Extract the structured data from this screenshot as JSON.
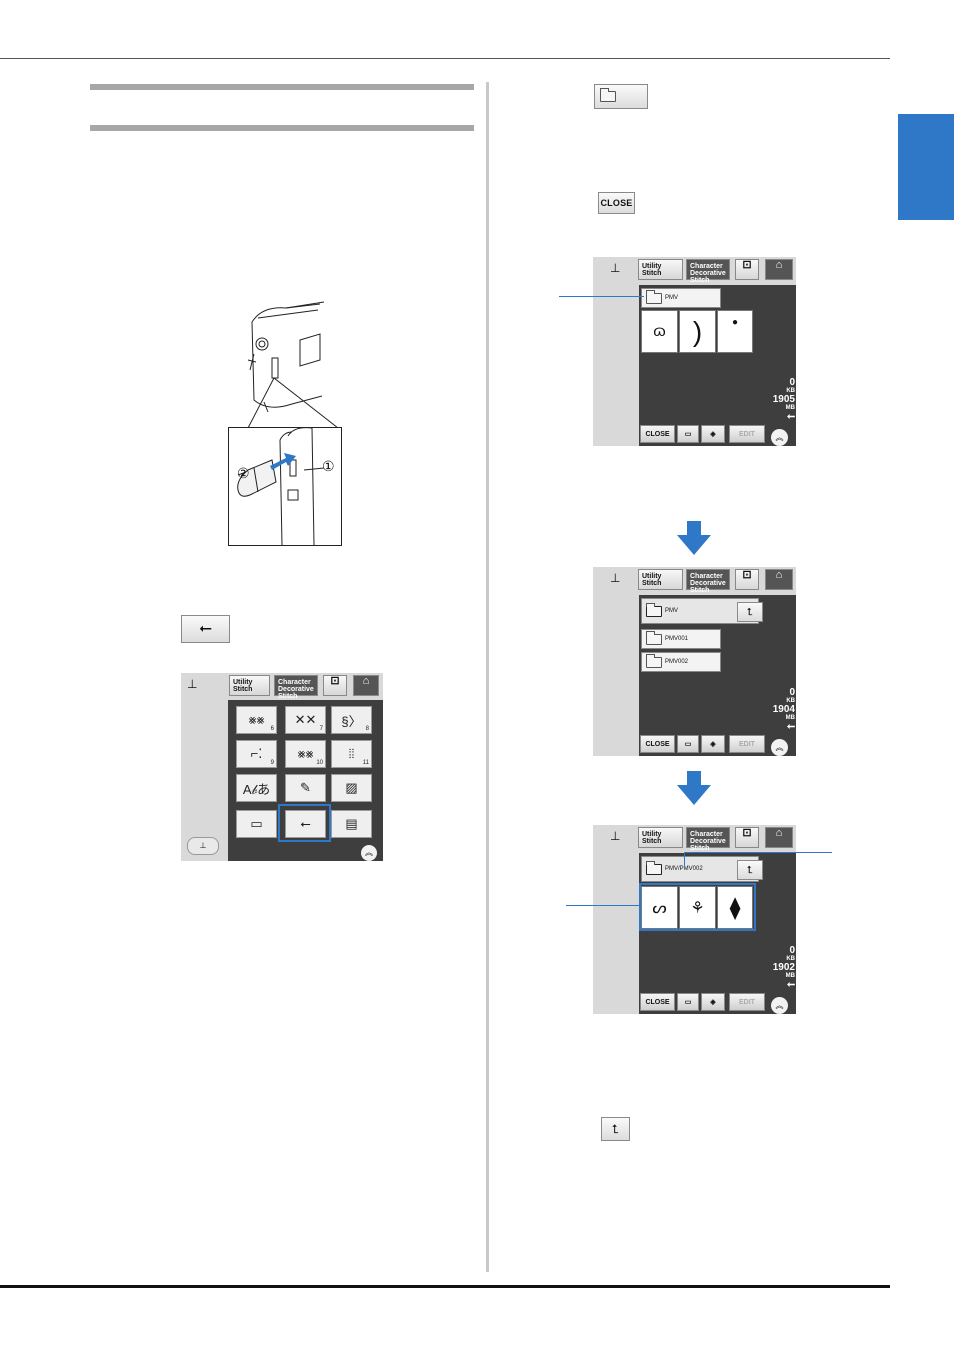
{
  "colors": {
    "accent": "#2f78c8",
    "screen_bg": "#d9d9d9",
    "panel_bg": "#3e3e3e"
  },
  "callouts": {
    "one": "①",
    "two": "②"
  },
  "inline": {
    "close": "CLOSE"
  },
  "screen_labels": {
    "utility": "Utility Stitch",
    "character": "Character Decorative Stitch",
    "close": "CLOSE",
    "edit": "EDIT",
    "kb": "KB",
    "mb": "MB"
  },
  "screen_a": {
    "path": "PMV",
    "kb": "0",
    "mb": "1905"
  },
  "screen_b": {
    "path": "PMV",
    "folders": [
      "PMV001",
      "PMV002"
    ],
    "kb": "0",
    "mb": "1904"
  },
  "screen_c": {
    "path": "PMV/PMV002",
    "kb": "0",
    "mb": "1902"
  },
  "stitch_menu": {
    "cells": [
      {
        "glyph": "⨳⨳",
        "num": "6"
      },
      {
        "glyph": "✕✕",
        "num": "7"
      },
      {
        "glyph": "§〉",
        "num": "8"
      },
      {
        "glyph": "⌐⁚",
        "num": "9"
      },
      {
        "glyph": "⨳⨳",
        "num": "10"
      },
      {
        "glyph": "⦙⦙",
        "num": "11"
      },
      {
        "glyph": "A𝒷あ",
        "num": ""
      },
      {
        "glyph": "✎",
        "num": ""
      },
      {
        "glyph": "▨",
        "num": ""
      },
      {
        "glyph": "▭",
        "num": ""
      },
      {
        "glyph": "⭠",
        "num": ""
      },
      {
        "glyph": "▤",
        "num": ""
      }
    ]
  }
}
